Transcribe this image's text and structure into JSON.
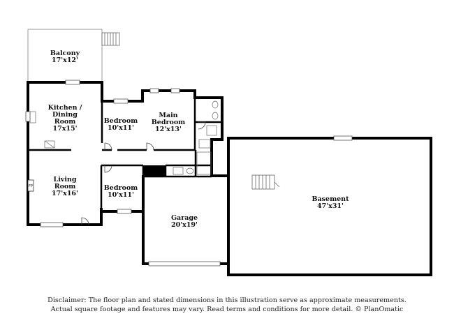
{
  "rooms": {
    "balcony": {
      "name": "Balcony",
      "dims": "17'x12'"
    },
    "kitchen": {
      "name_line1": "Kitchen /",
      "name_line2": "Dining",
      "name_line3": "Room",
      "dims": "17x15'"
    },
    "bedroom_upper": {
      "name": "Bedroom",
      "dims": "10'x11'"
    },
    "main_bedroom": {
      "name_line1": "Main",
      "name_line2": "Bedroom",
      "dims": "12'x13'"
    },
    "living": {
      "name_line1": "Living",
      "name_line2": "Room",
      "dims": "17'x16'"
    },
    "bedroom_lower": {
      "name": "Bedroom",
      "dims": "10'x11'"
    },
    "garage": {
      "name": "Garage",
      "dims": "20'x19'"
    },
    "basement": {
      "name": "Basement",
      "dims": "47'x31'"
    }
  },
  "fireplace_label": "FP",
  "disclaimer": {
    "line1": "Disclaimer: The floor plan and stated dimensions in this illustration serve as approximate measurements.",
    "line2": "Actual square footage and features may vary. Read terms and conditions for more detail. © PlanOmatic"
  }
}
